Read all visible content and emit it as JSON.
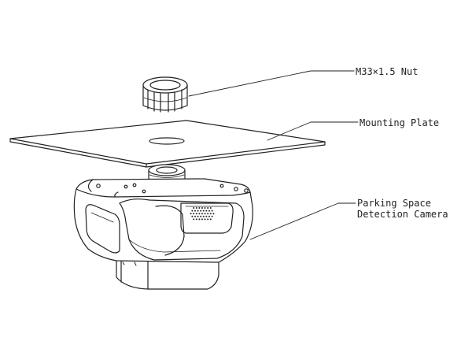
{
  "callouts": {
    "nut": "M33×1.5 Nut",
    "plate": "Mounting Plate",
    "camera_line1": "Parking Space",
    "camera_line2": "Detection Camera"
  },
  "colors": {
    "line": "#222222",
    "background": "#ffffff",
    "fill": "#ffffff"
  }
}
